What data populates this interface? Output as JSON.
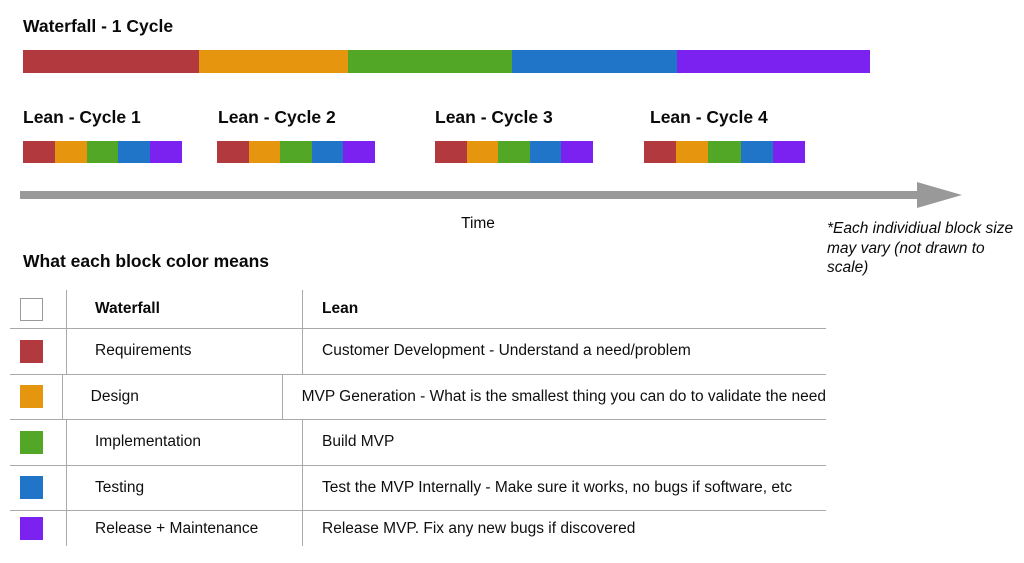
{
  "block_colors": [
    "#b23a3e",
    "#e6950f",
    "#52a826",
    "#2175c8",
    "#7b22f0"
  ],
  "waterfall": {
    "title": "Waterfall - 1 Cycle",
    "segments": [
      {
        "phase": "Requirements",
        "color": "#b23a3e",
        "width_pct": 20.8
      },
      {
        "phase": "Design",
        "color": "#e6950f",
        "width_pct": 17.6
      },
      {
        "phase": "Implementation",
        "color": "#52a826",
        "width_pct": 19.3
      },
      {
        "phase": "Testing",
        "color": "#2175c8",
        "width_pct": 19.5
      },
      {
        "phase": "Release + Maintenance",
        "color": "#7b22f0",
        "width_pct": 22.8
      }
    ]
  },
  "lean_cycles": [
    {
      "label": "Lean - Cycle 1"
    },
    {
      "label": "Lean - Cycle 2"
    },
    {
      "label": "Lean - Cycle 3"
    },
    {
      "label": "Lean - Cycle 4"
    }
  ],
  "timeline": {
    "axis_label": "Time",
    "arrow_color": "#999999",
    "note": "*Each individiual block size may vary (not drawn to scale)"
  },
  "legend": {
    "heading": "What each block color means",
    "columns": {
      "waterfall": "Waterfall",
      "lean": "Lean"
    },
    "rows": [
      {
        "color": "#b23a3e",
        "waterfall": "Requirements",
        "lean": "Customer Development - Understand a need/problem"
      },
      {
        "color": "#e6950f",
        "waterfall": "Design",
        "lean": "MVP Generation - What is the smallest thing you can do to validate the need"
      },
      {
        "color": "#52a826",
        "waterfall": "Implementation",
        "lean": "Build MVP"
      },
      {
        "color": "#2175c8",
        "waterfall": "Testing",
        "lean": "Test the MVP Internally - Make sure it works, no bugs if software, etc"
      },
      {
        "color": "#7b22f0",
        "waterfall": "Release + Maintenance",
        "lean": "Release MVP. Fix any new bugs if discovered"
      }
    ]
  }
}
